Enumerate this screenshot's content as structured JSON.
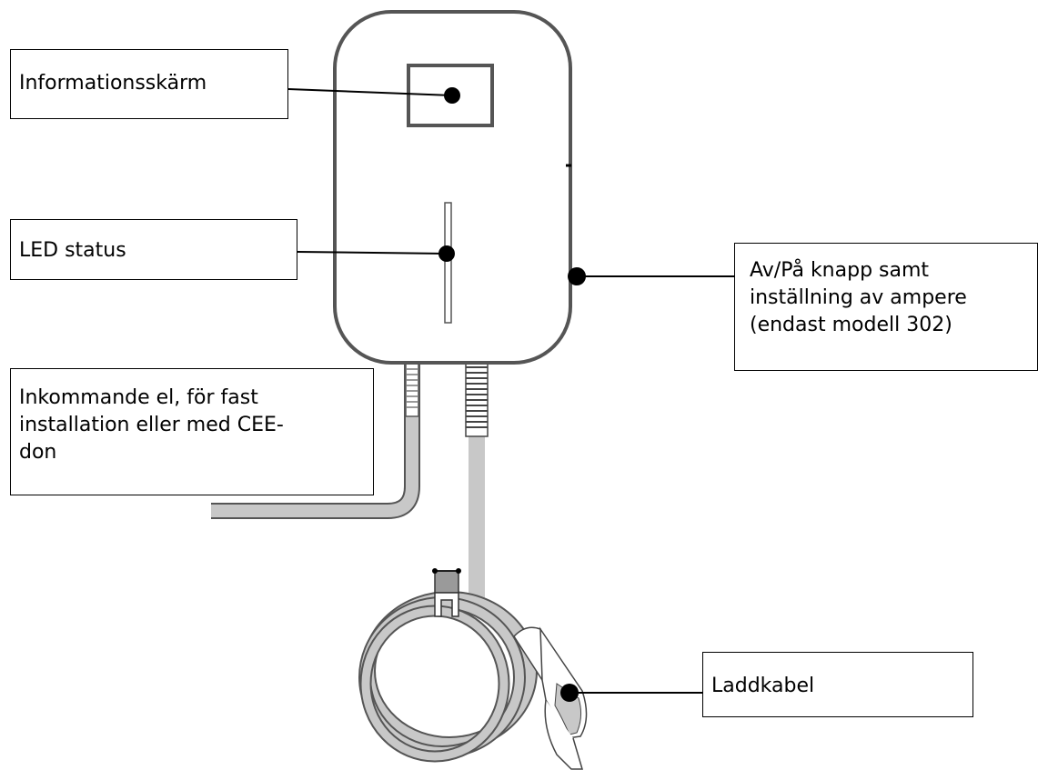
{
  "labels": {
    "screen": "Informationsskärm",
    "led": "LED status",
    "button": [
      "Av/På knapp samt",
      "inställning av ampere",
      "(endast modell 302)"
    ],
    "power": [
      "Inkommande el, för fast",
      "installation eller med CEE-",
      "don"
    ],
    "cable": "Laddkabel"
  },
  "colors": {
    "line": "#000000",
    "outline": "#555555",
    "cable_fill": "#c8c8c8",
    "connector_fill": "#9a9a9a"
  }
}
